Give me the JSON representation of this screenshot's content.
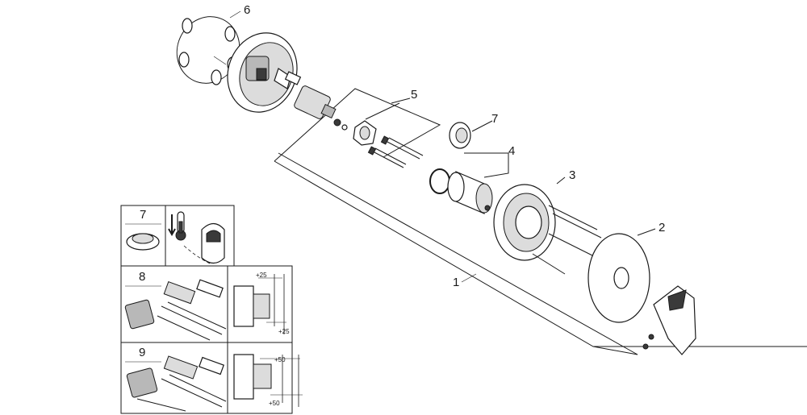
{
  "callouts": {
    "c1": "1",
    "c2": "2",
    "c3": "3",
    "c4": "4",
    "c5": "5",
    "c6": "6",
    "c7": "7"
  },
  "inset": {
    "box7": "7",
    "box8": "8",
    "box9": "9",
    "dim8_top": "+25",
    "dim8_bottom": "+25",
    "dim9_top": "+50",
    "dim9_bottom": "+50"
  }
}
